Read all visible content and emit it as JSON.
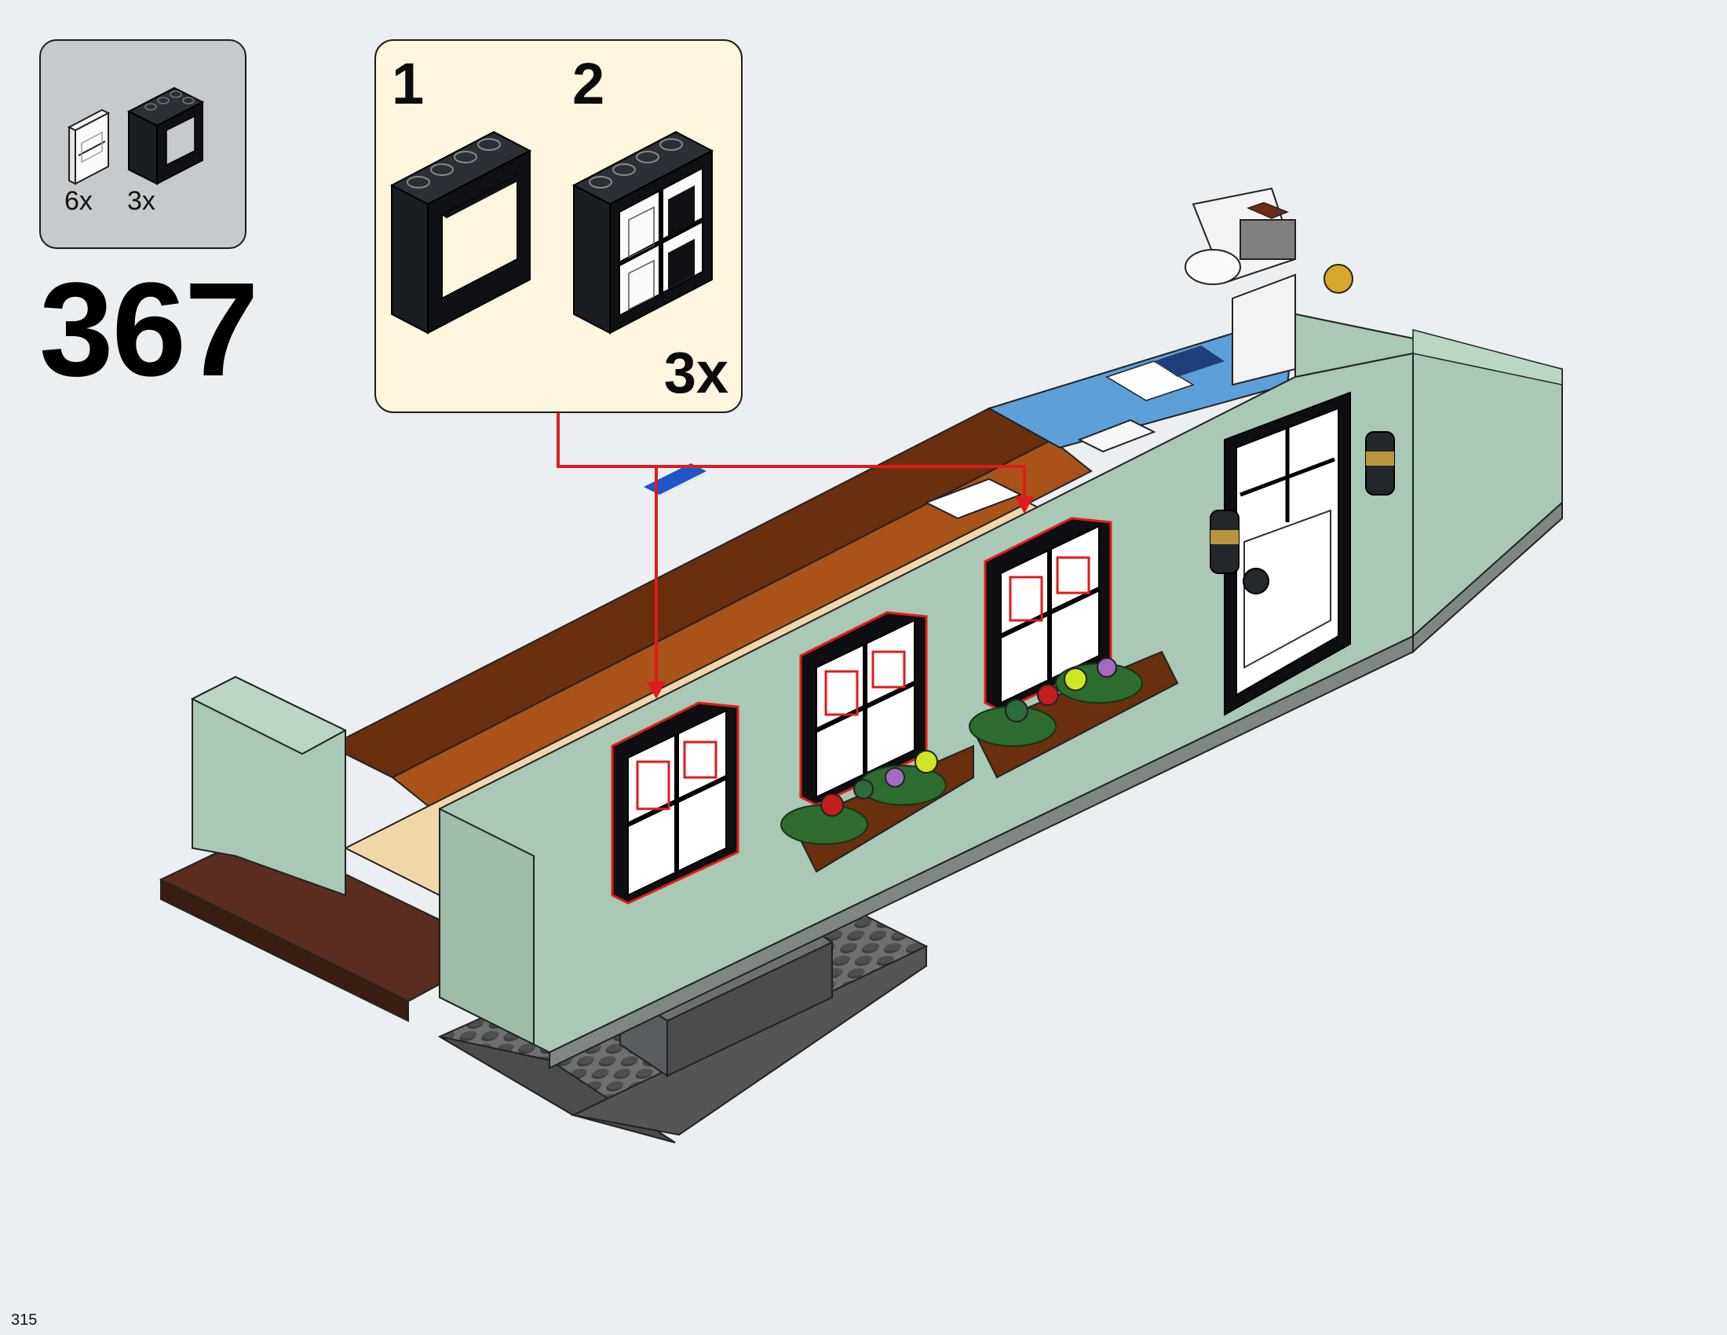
{
  "parts_list": {
    "items": [
      {
        "name": "window glass 1x2x3",
        "quantity": "6x"
      },
      {
        "name": "window frame 1x4x3",
        "quantity": "3x"
      }
    ]
  },
  "step": {
    "number": "367"
  },
  "sub_assembly": {
    "steps": [
      {
        "number": "1"
      },
      {
        "number": "2"
      }
    ],
    "multiplier": "3x"
  },
  "callout_color": "#e11b1b",
  "page": {
    "number": "315"
  }
}
